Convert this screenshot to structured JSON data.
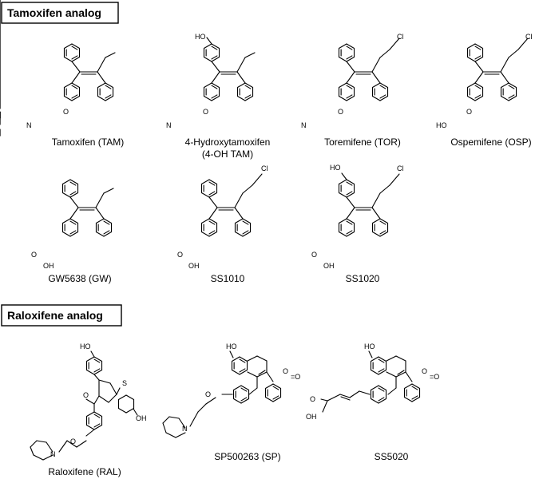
{
  "sections": {
    "tamoxifen": {
      "title": "Tamoxifen analog"
    },
    "raloxifene": {
      "title": "Raloxifene analog"
    }
  },
  "labels": {
    "HO": "HO",
    "OH": "OH",
    "O": "O",
    "N": "N",
    "Cl": "Cl",
    "S": "S",
    "eqO": "=O"
  },
  "compounds": {
    "tam": {
      "name": "Tamoxifen (TAM)"
    },
    "ohtam": {
      "name": "4-Hydroxytamoxifen",
      "name2": "(4-OH TAM)"
    },
    "tor": {
      "name": "Toremifene (TOR)"
    },
    "osp": {
      "name": "Ospemifene (OSP)"
    },
    "gw": {
      "name": "GW5638 (GW)"
    },
    "ss1010": {
      "name": "SS1010"
    },
    "ss1020": {
      "name": "SS1020"
    },
    "ral": {
      "name": "Raloxifene (RAL)"
    },
    "sp": {
      "name": "SP500263 (SP)"
    },
    "ss5020": {
      "name": "SS5020"
    }
  }
}
